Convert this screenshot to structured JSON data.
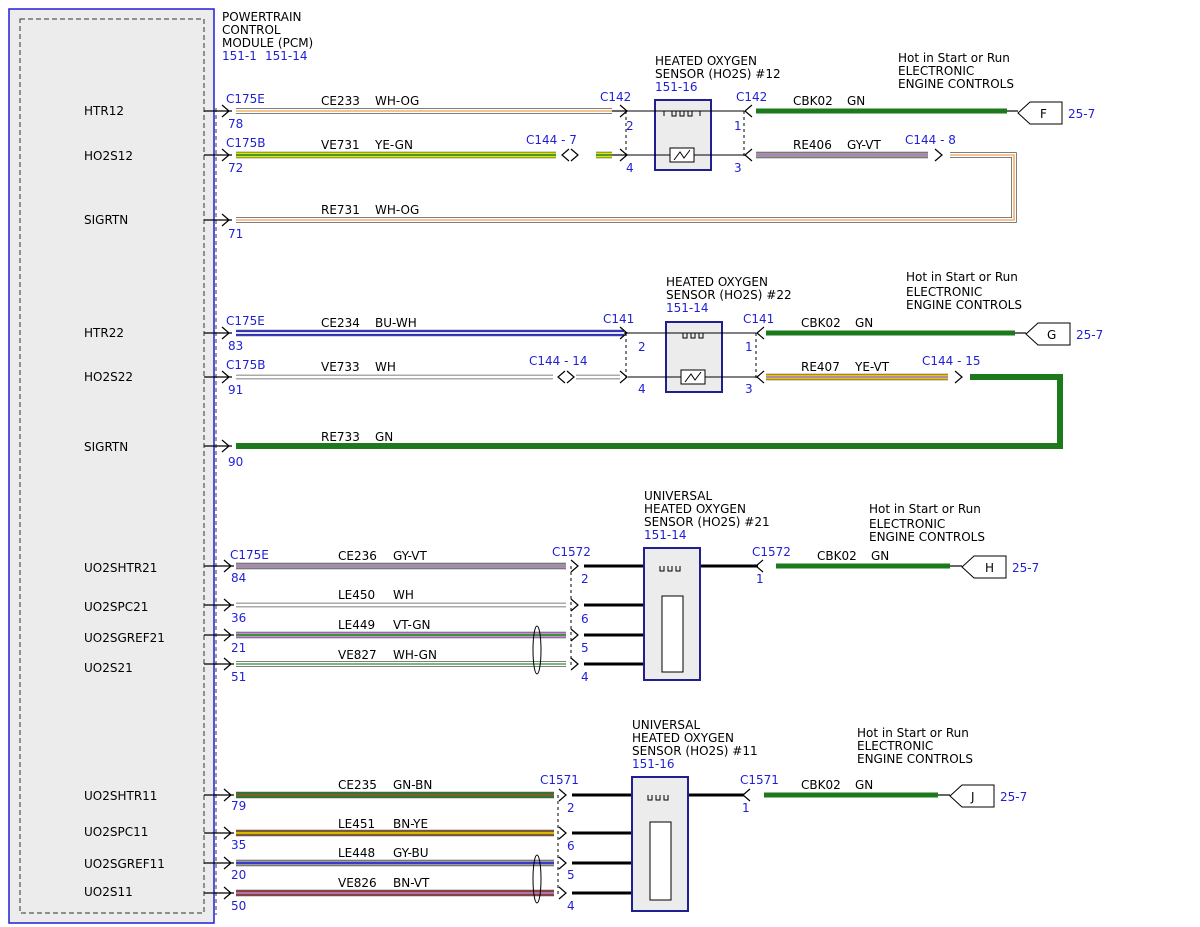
{
  "colors": {
    "WH-OG": [
      "#ffffff",
      "#f0a14a"
    ],
    "YE-GN": [
      "#e2e600",
      "#2f8f2f"
    ],
    "GY-VT": [
      "#9a9a9a",
      "#b07fc0"
    ],
    "GN": [
      "#1c7a1c",
      "#1c7a1c"
    ],
    "BU-WH": [
      "#2b2bd6",
      "#ffffff"
    ],
    "WH": [
      "#ffffff",
      "#ffffff"
    ],
    "YE-VT": [
      "#e6c700",
      "#b07fc0"
    ],
    "VT-GN": [
      "#c48fd6",
      "#2f8f2f"
    ],
    "WH-GN": [
      "#ffffff",
      "#2f8f2f"
    ],
    "GN-BN": [
      "#2d7a2d",
      "#8a5a2b"
    ],
    "BN-YE": [
      "#8a5a2b",
      "#e6c700"
    ],
    "GY-BU": [
      "#9a9a9a",
      "#2b2bd6"
    ],
    "BN-VT": [
      "#9a3b3b",
      "#b07fc0"
    ],
    "accent": "#1f1fd6",
    "module_border": "#1f1fd6"
  },
  "pcm": {
    "title_line1": "POWERTRAIN",
    "title_line2": "CONTROL",
    "title_line3": "MODULE (PCM)",
    "ref1": "151-1",
    "ref2": "151-14"
  },
  "sensors": {
    "s12": {
      "line1": "HEATED OXYGEN",
      "line2": "SENSOR (HO2S) #12",
      "ref": "151-16"
    },
    "s22": {
      "line1": "HEATED OXYGEN",
      "line2": "SENSOR (HO2S) #22",
      "ref": "151-14"
    },
    "s21": {
      "line1": "UNIVERSAL",
      "line2": "HEATED OXYGEN",
      "line3": "SENSOR (HO2S) #21",
      "ref": "151-14"
    },
    "s11": {
      "line1": "UNIVERSAL",
      "line2": "HEATED OXYGEN",
      "line3": "SENSOR (HO2S) #11",
      "ref": "151-16"
    }
  },
  "hot": {
    "line1": "Hot in Start or Run",
    "line2": "ELECTRONIC",
    "line3": "ENGINE CONTROLS"
  },
  "flags": [
    {
      "letter": "F",
      "ref": "25-7"
    },
    {
      "letter": "G",
      "ref": "25-7"
    },
    {
      "letter": "H",
      "ref": "25-7"
    },
    {
      "letter": "J",
      "ref": "25-7"
    }
  ],
  "signals": {
    "HTR12": "HTR12",
    "HO2S12": "HO2S12",
    "SIGRTN_1": "SIGRTN",
    "HTR22": "HTR22",
    "HO2S22": "HO2S22",
    "SIGRTN_2": "SIGRTN",
    "UO2SHTR21": "UO2SHTR21",
    "UO2SPC21": "UO2SPC21",
    "UO2SGREF21": "UO2SGREF21",
    "UO2S21": "UO2S21",
    "UO2SHTR11": "UO2SHTR11",
    "UO2SPC11": "UO2SPC11",
    "UO2SGREF11": "UO2SGREF11",
    "UO2S11": "UO2S11"
  },
  "pins": {
    "p78": "78",
    "p72": "72",
    "p71": "71",
    "p83": "83",
    "p91": "91",
    "p90": "90",
    "p84": "84",
    "p36": "36",
    "p21": "21",
    "p51": "51",
    "p79": "79",
    "p35": "35",
    "p20": "20",
    "p50": "50",
    "s2": "2",
    "s4": "4",
    "s1": "1",
    "s3": "3",
    "s6": "6",
    "s5": "5"
  },
  "connectors": {
    "C175E": "C175E",
    "C175B": "C175B",
    "C142": "C142",
    "C141": "C141",
    "C144_7": "C144 - 7",
    "C144_8": "C144 - 8",
    "C144_14": "C144 - 14",
    "C144_15": "C144 - 15",
    "C1572": "C1572",
    "C1571": "C1571"
  },
  "circuits": {
    "CE233": "CE233",
    "VE731": "VE731",
    "RE731": "RE731",
    "RE406": "RE406",
    "CBK02": "CBK02",
    "CE234": "CE234",
    "VE733": "VE733",
    "RE733": "RE733",
    "RE407": "RE407",
    "CE236": "CE236",
    "LE450": "LE450",
    "LE449": "LE449",
    "VE827": "VE827",
    "CE235": "CE235",
    "LE451": "LE451",
    "LE448": "LE448",
    "VE826": "VE826"
  },
  "wire_colors": {
    "WH_OG": "WH-OG",
    "YE_GN": "YE-GN",
    "GY_VT": "GY-VT",
    "GN": "GN",
    "BU_WH": "BU-WH",
    "WH": "WH",
    "YE_VT": "YE-VT",
    "VT_GN": "VT-GN",
    "WH_GN": "WH-GN",
    "GN_BN": "GN-BN",
    "BN_YE": "BN-YE",
    "GY_BU": "GY-BU",
    "BN_VT": "BN-VT"
  }
}
